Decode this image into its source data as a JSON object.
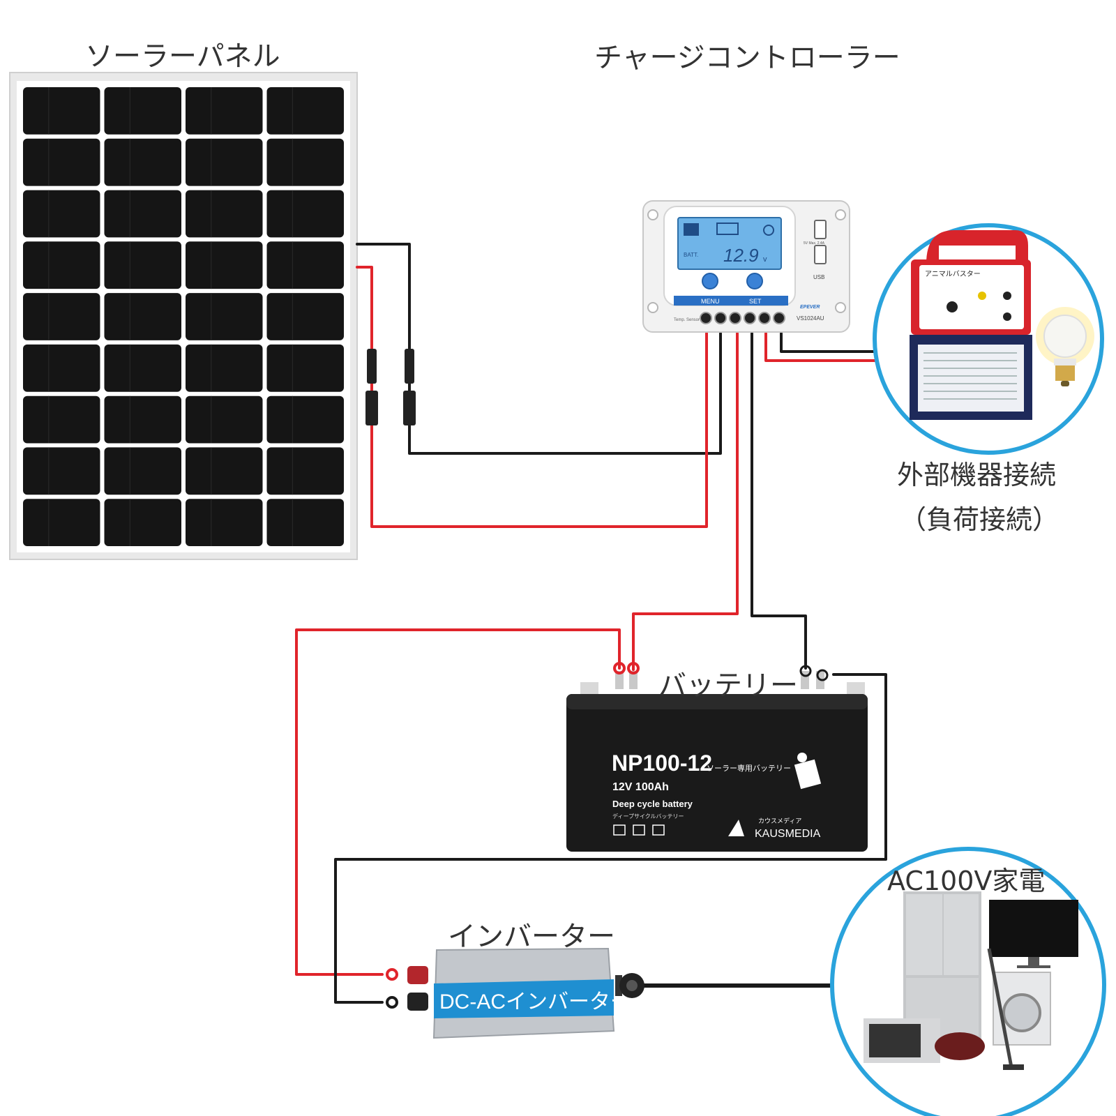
{
  "labels": {
    "solar_panel": "ソーラーパネル",
    "charge_controller": "チャージコントローラー",
    "external_device_line1": "外部機器接続",
    "external_device_line2": "（負荷接続）",
    "battery": "バッテリー",
    "inverter": "インバーター",
    "ac_appliances": "AC100V家電"
  },
  "controller": {
    "display_value": "12.9",
    "display_unit": "v",
    "batt_label": "BATT.",
    "menu_label": "MENU",
    "set_label": "SET",
    "brand": "EPEVER",
    "model": "VS1024AU",
    "usb_label": "USB",
    "usb_spec": "5V  Max. 2.4A",
    "temp_sensor_label": "Temp. Sensor"
  },
  "battery_unit": {
    "model": "NP100-12",
    "model_suffix": "ソーラー専用バッテリー",
    "rating": "12V 100Ah",
    "type_en": "Deep cycle battery",
    "type_jp": "ディープサイクルバッテリー",
    "maker_kana": "カウスメディア",
    "maker": "KAUSMEDIA"
  },
  "inverter_unit": {
    "body_label": "DC-ACインバーター"
  },
  "load_device": {
    "name": "アニマルバスター"
  },
  "colors": {
    "positive_wire": "#e0242b",
    "negative_wire": "#1a1a1a",
    "circle_border": "#2aa3dc",
    "panel_cell": "#151515",
    "controller_screen": "#6fb4e8"
  }
}
